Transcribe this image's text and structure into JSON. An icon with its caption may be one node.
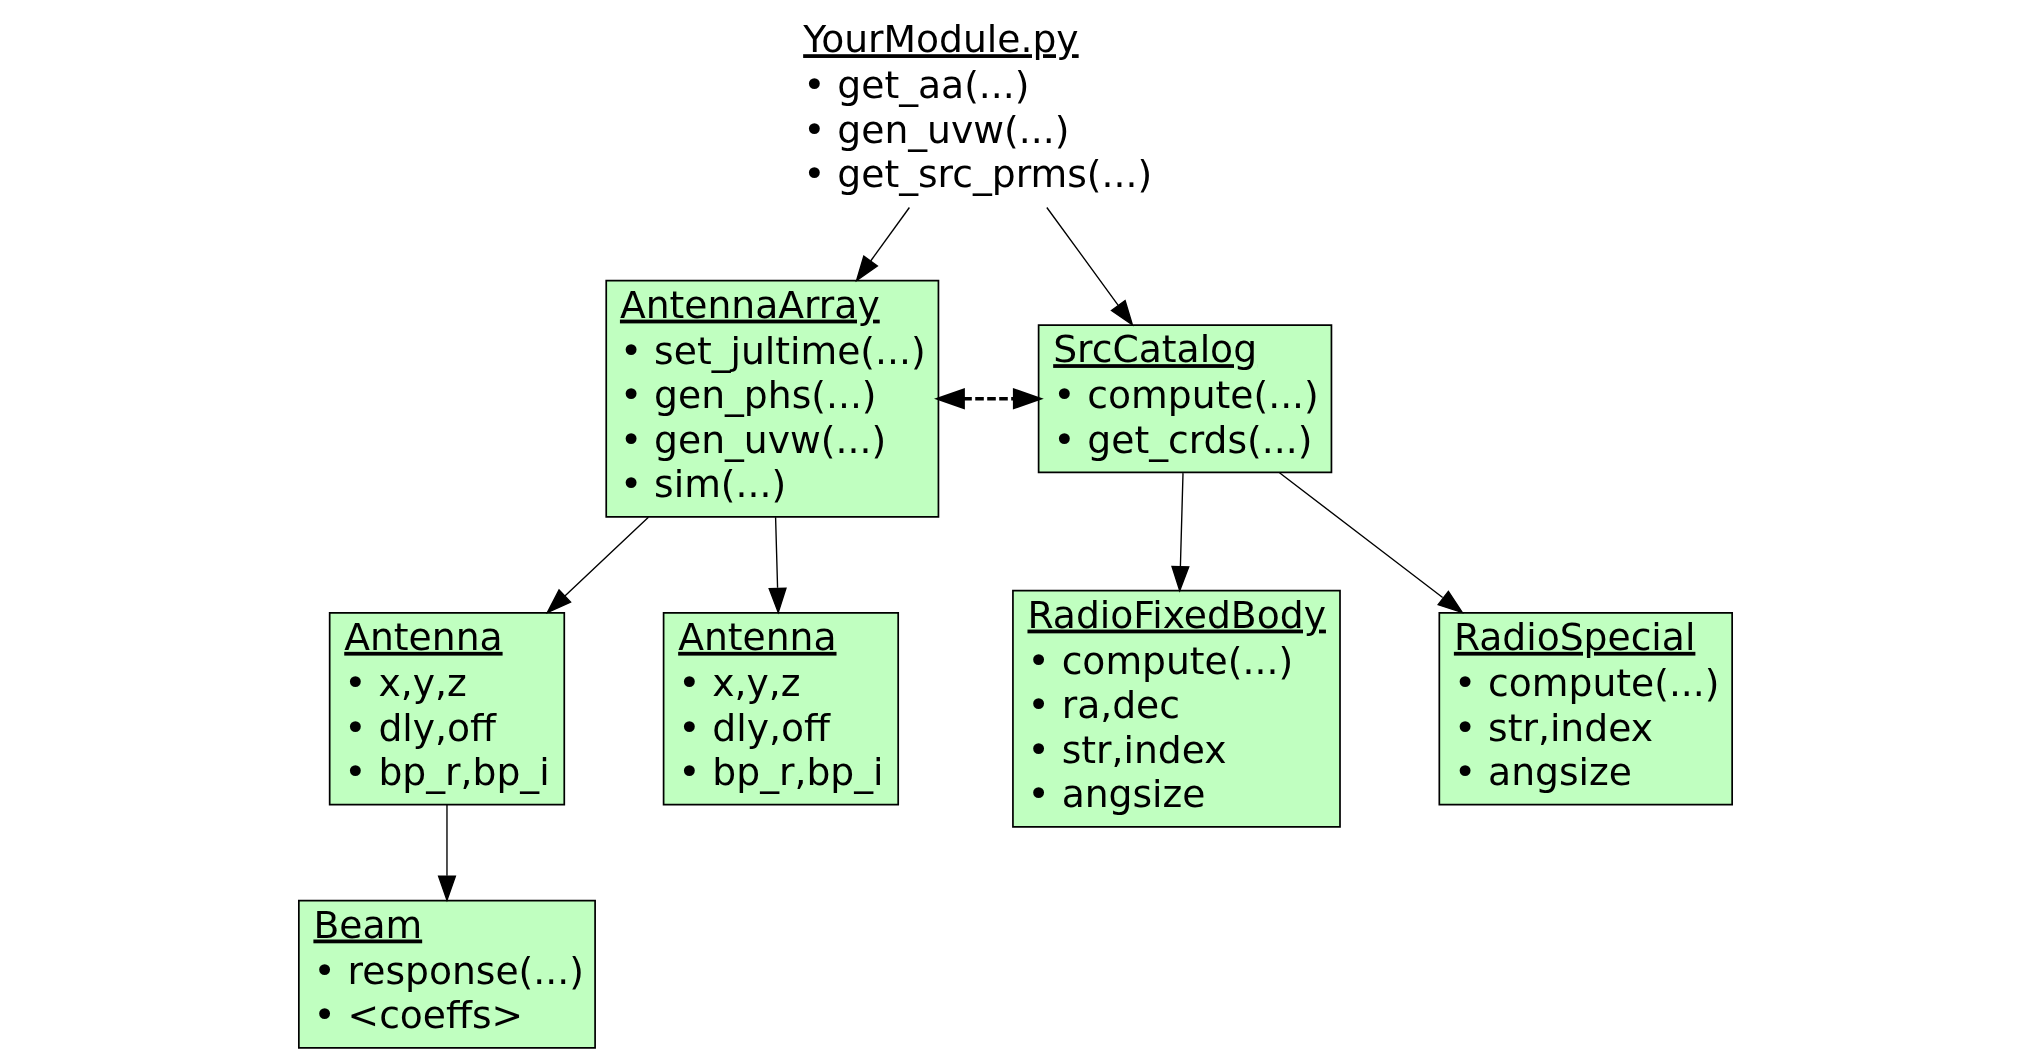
{
  "diagram": {
    "nodes": [
      {
        "text": [
          "AntennaArray",
          "• set_jultime(...)",
          "• gen_phs(...)",
          "• gen_uvw(...)",
          "• sim(...)"
        ]
      },
      {
        "text": [
          "YourModule.py",
          "• get_aa(...)",
          "• gen_uvw(...)",
          "• get_src_prms(...)"
        ]
      },
      {
        "text": [
          "SrcCatalog",
          "• compute(...)",
          "• get_crds(...)"
        ]
      },
      {
        "text": [
          "Antenna",
          "• x,y,z",
          "• dly,off",
          "• bp_r,bp_i"
        ]
      },
      {
        "text": [
          "Antenna",
          "• x,y,z",
          "• dly,off",
          "• bp_r,bp_i"
        ]
      },
      {
        "text": [
          "Beam",
          "• response(...)",
          "• <coeffs>"
        ]
      },
      {
        "text": [
          "RadioFixedBody",
          "• compute(...)",
          "• ra,dec",
          "• str,index",
          "• angsize"
        ]
      },
      {
        "text": [
          "RadioSpecial",
          "• compute(...)",
          "• str,index",
          "• angsize"
        ]
      }
    ],
    "edges": [
      {
        "from": 1,
        "to": 0,
        "arrow": "to"
      },
      {
        "from": 1,
        "to": 2,
        "arrow": "to"
      },
      {
        "from": 0,
        "to": 2,
        "arrow": "both",
        "style": "dashed"
      },
      {
        "from": 0,
        "to": 3,
        "arrow": "to"
      },
      {
        "from": 0,
        "to": 4,
        "arrow": "to"
      },
      {
        "from": 3,
        "to": 5,
        "arrow": "to"
      },
      {
        "from": 2,
        "to": 6,
        "arrow": "to"
      },
      {
        "from": 2,
        "to": 7,
        "arrow": "to"
      }
    ]
  }
}
